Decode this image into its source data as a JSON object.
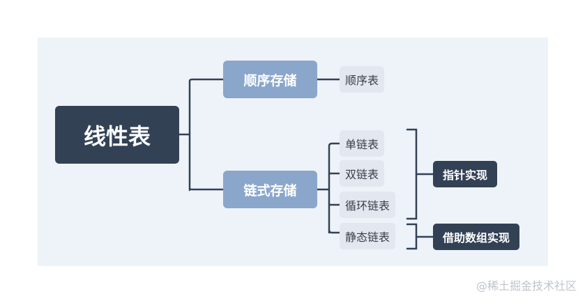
{
  "diagram": {
    "root": "线性表",
    "branches": [
      {
        "label": "顺序存储",
        "children": [
          "顺序表"
        ]
      },
      {
        "label": "链式存储",
        "children": [
          "单链表",
          "双链表",
          "循环链表",
          "静态链表"
        ]
      }
    ],
    "groups": [
      "指针实现",
      "借助数组实现"
    ]
  },
  "watermark": "@稀土掘金技术社区",
  "colors": {
    "root_bg": "#334155",
    "branch_bg": "#8aa6cb",
    "leaf_bg": "#e3e8f0",
    "canvas_bg": "#edf3f8",
    "line": "#334155"
  }
}
